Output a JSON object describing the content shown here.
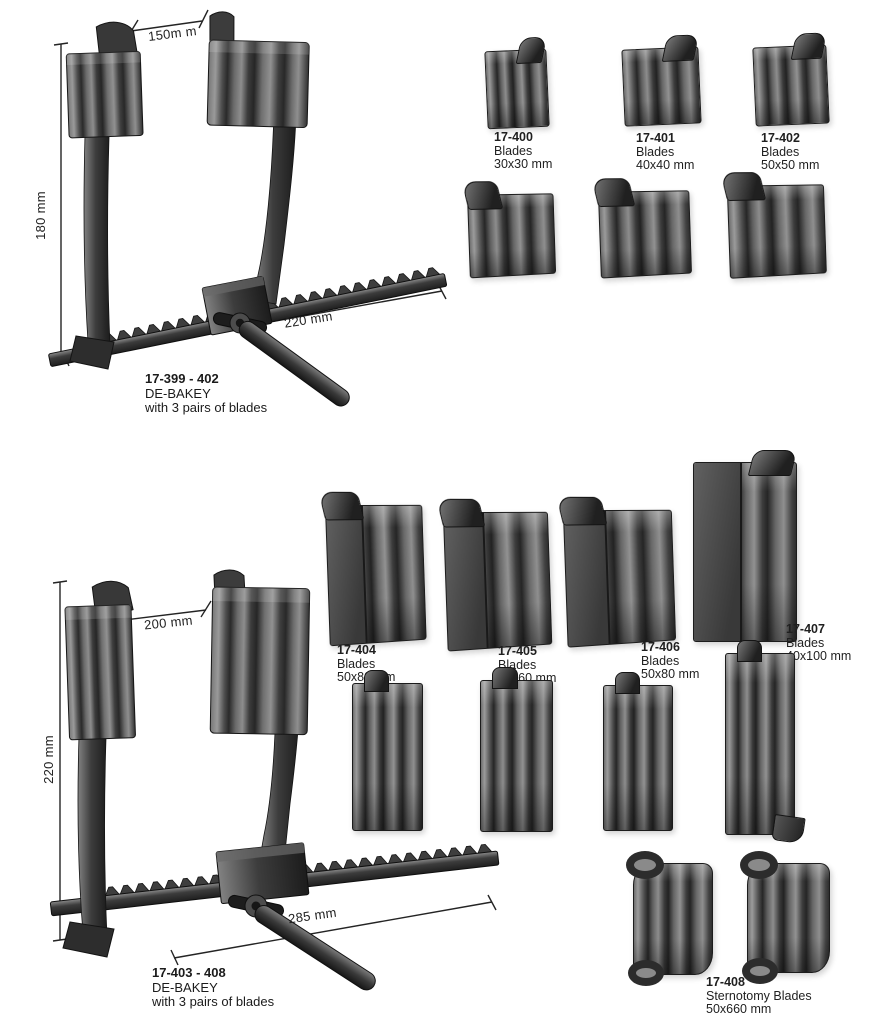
{
  "colors": {
    "background": "#ffffff",
    "ink": "#1b1b1b",
    "metal_dark": "#262626",
    "metal_light": "#9a9a9a"
  },
  "sections": {
    "top": {
      "retractor": {
        "code": "17-399 - 402",
        "name": "DE-BAKEY",
        "description": "with 3 pairs of blades",
        "dims": {
          "blade_span": "150m m",
          "height": "180 mm",
          "rack": "220 mm"
        }
      },
      "blades": [
        {
          "code": "17-400",
          "type": "Blades",
          "size": "30x30 mm"
        },
        {
          "code": "17-401",
          "type": "Blades",
          "size": "40x40 mm"
        },
        {
          "code": "17-402",
          "type": "Blades",
          "size": "50x50 mm"
        }
      ]
    },
    "bottom": {
      "retractor": {
        "code": "17-403 - 408",
        "name": "DE-BAKEY",
        "description": "with 3 pairs of blades",
        "dims": {
          "blade_span": "200 mm",
          "height": "220 mm",
          "rack": "285 mm"
        }
      },
      "blades": [
        {
          "code": "17-404",
          "type": "Blades",
          "size": "50x80 mm"
        },
        {
          "code": "17-405",
          "type": "Blades",
          "size": "80x60 mm"
        },
        {
          "code": "17-406",
          "type": "Blades",
          "size": "50x80 mm"
        },
        {
          "code": "17-407",
          "type": "Blades",
          "size": "40x100 mm"
        },
        {
          "code": "17-408",
          "type": "Sternotomy Blades",
          "size": "50x660 mm"
        }
      ]
    }
  }
}
